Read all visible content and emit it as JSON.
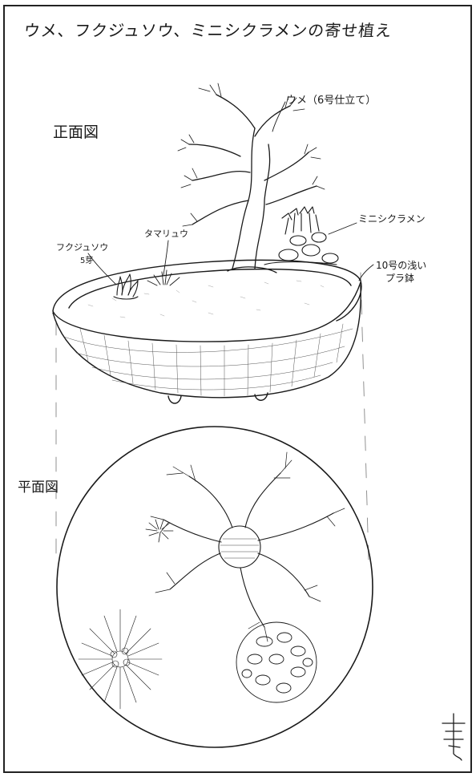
{
  "title": "ウメ、フクジュソウ、ミニシクラメンの寄せ植え",
  "front_view_label": "正面図",
  "plan_view_label": "平面図",
  "labels": {
    "ume": "ウメ（6号仕立て）",
    "fukujuso": "フクジュソウ",
    "fukujuso_count": "5芽",
    "tamaryu": "タマリュウ",
    "mini_cyclamen": "ミニシクラメン",
    "pot_line1": "10号の浅い",
    "pot_line2": "プラ鉢"
  },
  "signature": "事",
  "colors": {
    "ink": "#1a1a1a",
    "paper": "#ffffff"
  }
}
